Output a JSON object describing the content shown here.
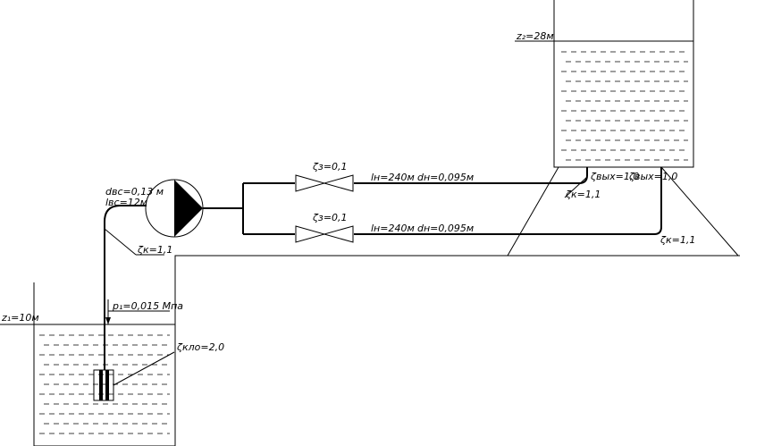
{
  "upper_tank": {
    "level_label": "z₂=28м"
  },
  "lower_tank": {
    "level_label": "z₁=10м",
    "pressure_label": "p₁=0,015 Мпа",
    "strainer_label": "ζкло=2,0"
  },
  "suction": {
    "diameter_label": "dвс=0,13 м",
    "length_label": "lвс=12м",
    "bend_label": "ζк=1,1"
  },
  "discharge_top": {
    "valve_label": "ζз=0,1",
    "length_label": "lн=240м",
    "diameter_label": "dн=0,095м",
    "exit_label": "ζвых=1,0",
    "bend_label": "ζк=1,1"
  },
  "discharge_bottom": {
    "valve_label": "ζз=0,1",
    "length_label": "lн=240м",
    "diameter_label": "dн=0,095м",
    "exit_label": "ζвых=1,0",
    "bend_label": "ζк=1,1"
  }
}
